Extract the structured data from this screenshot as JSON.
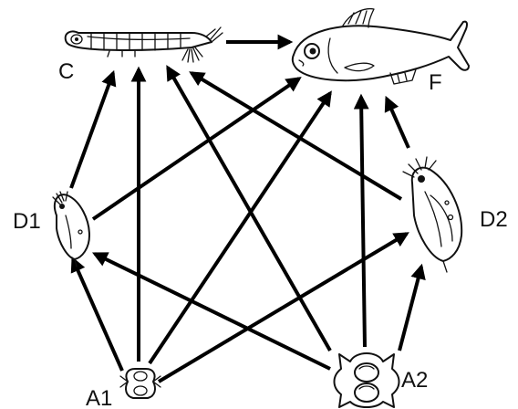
{
  "diagram": {
    "nodes": [
      {
        "id": "C",
        "label": "C",
        "icon": "copepod-larva-icon"
      },
      {
        "id": "F",
        "label": "F",
        "icon": "fish-icon"
      },
      {
        "id": "D1",
        "label": "D1",
        "icon": "daphnia-small-icon"
      },
      {
        "id": "D2",
        "label": "D2",
        "icon": "daphnia-large-icon"
      },
      {
        "id": "A1",
        "label": "A1",
        "icon": "algae-small-icon"
      },
      {
        "id": "A2",
        "label": "A2",
        "icon": "algae-large-icon"
      }
    ],
    "edges": [
      {
        "from": "C",
        "to": "F"
      },
      {
        "from": "D1",
        "to": "C"
      },
      {
        "from": "D1",
        "to": "F"
      },
      {
        "from": "D2",
        "to": "C"
      },
      {
        "from": "D2",
        "to": "F"
      },
      {
        "from": "A1",
        "to": "C"
      },
      {
        "from": "A1",
        "to": "D1"
      },
      {
        "from": "A1",
        "to": "D2"
      },
      {
        "from": "A1",
        "to": "F"
      },
      {
        "from": "A2",
        "to": "C"
      },
      {
        "from": "A2",
        "to": "D1"
      },
      {
        "from": "A2",
        "to": "D2"
      },
      {
        "from": "A2",
        "to": "F"
      }
    ]
  }
}
